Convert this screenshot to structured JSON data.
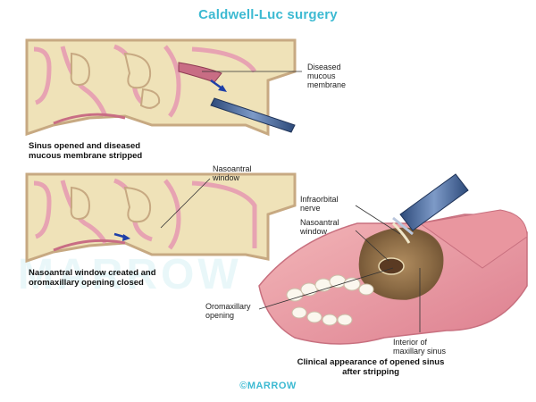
{
  "title": "Caldwell-Luc surgery",
  "panels": {
    "top": {
      "caption_line1": "Sinus opened and diseased",
      "caption_line2": "mucous membrane stripped",
      "labels": {
        "diseased_line1": "Diseased",
        "diseased_line2": "mucous",
        "diseased_line3": "membrane"
      }
    },
    "middle": {
      "caption_line1": "Nasoantral window created and",
      "caption_line2": "oromaxillary opening closed",
      "labels": {
        "nasoantral_line1": "Nasoantral",
        "nasoantral_line2": "window"
      }
    },
    "clinical": {
      "caption_line1": "Clinical appearance of opened sinus",
      "caption_line2": "after stripping",
      "labels": {
        "infraorbital_line1": "Infraorbital",
        "infraorbital_line2": "nerve",
        "nasoantral_line1": "Nasoantral",
        "nasoantral_line2": "window",
        "oromaxillary_line1": "Oromaxillary",
        "oromaxillary_line2": "opening",
        "interior_line1": "Interior of",
        "interior_line2": "maxillary sinus"
      }
    }
  },
  "watermark_text": "MARROW",
  "brand": "©MARROW",
  "colors": {
    "title": "#3dbad2",
    "bone_outer": "#c7a982",
    "bone_fill": "#efe2b8",
    "mucosa": "#e7a3b2",
    "mucosa_dark": "#c86d84",
    "instrument": "#3e5a8a",
    "arrow": "#1e3fa8"
  },
  "icons": {
    "arrow_top": "blue-arrow-icon",
    "arrow_middle": "blue-arrow-icon"
  }
}
